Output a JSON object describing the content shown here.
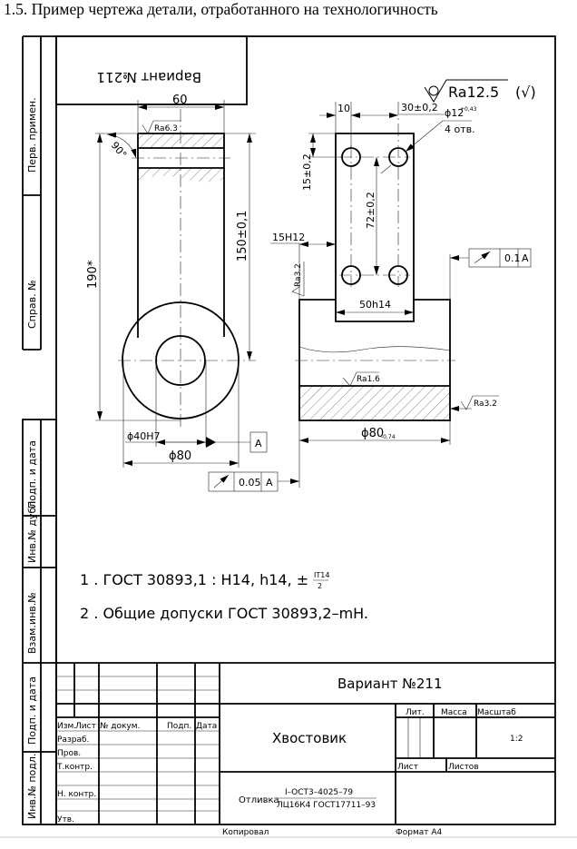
{
  "heading": "1.5. Пример чертежа детали, отработанного на технологичность",
  "stamp_top": "Вариант №211",
  "side_labels": [
    "Перв. примен.",
    "Справ. №",
    "Подп. и дата",
    "Инв.№ дубл.",
    "Взам.инв.№",
    "Подп. и дата",
    "Инв.№ подл."
  ],
  "general_roughness": "Ra12.5",
  "general_roughness_suffix": "(√)",
  "front_view": {
    "width_dim": "60",
    "roughness_top": "Ra6.3",
    "angle": "90°",
    "height_ref": "190*",
    "height_dim": "150±0,1",
    "bore_dim": "ϕ40H7",
    "outer_dim": "ϕ80",
    "datum": "A",
    "runout": {
      "value": "0.05",
      "datum": "A"
    }
  },
  "side_view": {
    "dim_10": "10",
    "dim_30": "30±0,2",
    "hole_dim": "ϕ12",
    "hole_tol": "+0,43",
    "hole_count": "4 отв.",
    "dim_15": "15±0,2",
    "dim_72": "72±0,2",
    "dim_15h12": "15H12",
    "roughness_side": "Ra3.2",
    "dim_50": "50h14",
    "roughness_bore": "Ra1.6",
    "roughness_right": "Ra3.2",
    "outer_dim": "ϕ80",
    "outer_tol": "-0,74",
    "runout": {
      "value": "0.1",
      "datum": "A"
    }
  },
  "notes": {
    "n1": "1 . ГОСТ 30893,1 : H14, h14, ±",
    "n1_num": "IT14",
    "n1_den": "2",
    "n2": "2 . Общие допуски ГОСТ 30893,2–mH."
  },
  "title_block": {
    "variant": "Вариант №211",
    "part_name": "Хвостовик",
    "material_label": "Отливка",
    "material_top": "I–ОСТ3–4025–79",
    "material_bottom": "ЛЦ16К4 ГОСТ17711–93",
    "cols": [
      "Изм.",
      "Лист",
      "№ докум.",
      "Подп.",
      "Дата"
    ],
    "roles": [
      "Разраб.",
      "Пров.",
      "Т.контр.",
      "",
      "Н. контр.",
      "Утв."
    ],
    "lit": "Лит.",
    "mass": "Масса",
    "scale_label": "Масштаб",
    "scale": "1:2",
    "sheet": "Лист",
    "sheets": "Листов",
    "copied": "Копировал",
    "format": "Формат  А4"
  }
}
